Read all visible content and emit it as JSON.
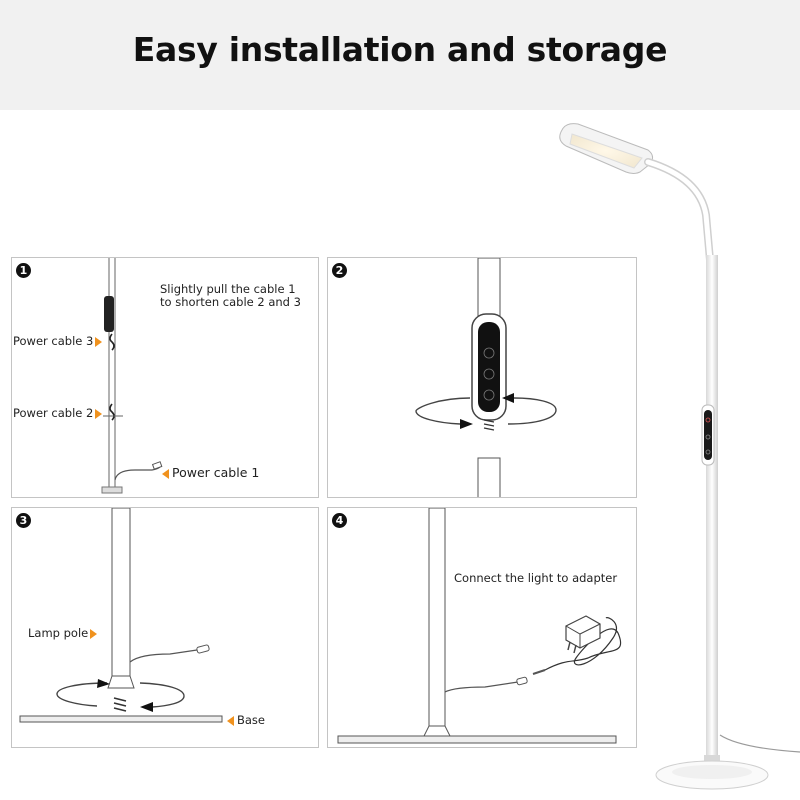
{
  "title": "Easy installation and storage",
  "accent_color": "#f0921e",
  "steps": [
    {
      "number": "1",
      "instruction": "Slightly pull the cable 1\nto shorten cable 2 and 3",
      "labels": {
        "power_cable_3": "Power cable 3",
        "power_cable_2": "Power cable 2",
        "power_cable_1": "Power cable 1"
      }
    },
    {
      "number": "2"
    },
    {
      "number": "3",
      "labels": {
        "lamp_pole": "Lamp pole",
        "base": "Base"
      }
    },
    {
      "number": "4",
      "instruction": "Connect the light to adapter"
    }
  ],
  "icons": [
    "power-icon",
    "brightness-icon",
    "color-temperature-icon"
  ]
}
